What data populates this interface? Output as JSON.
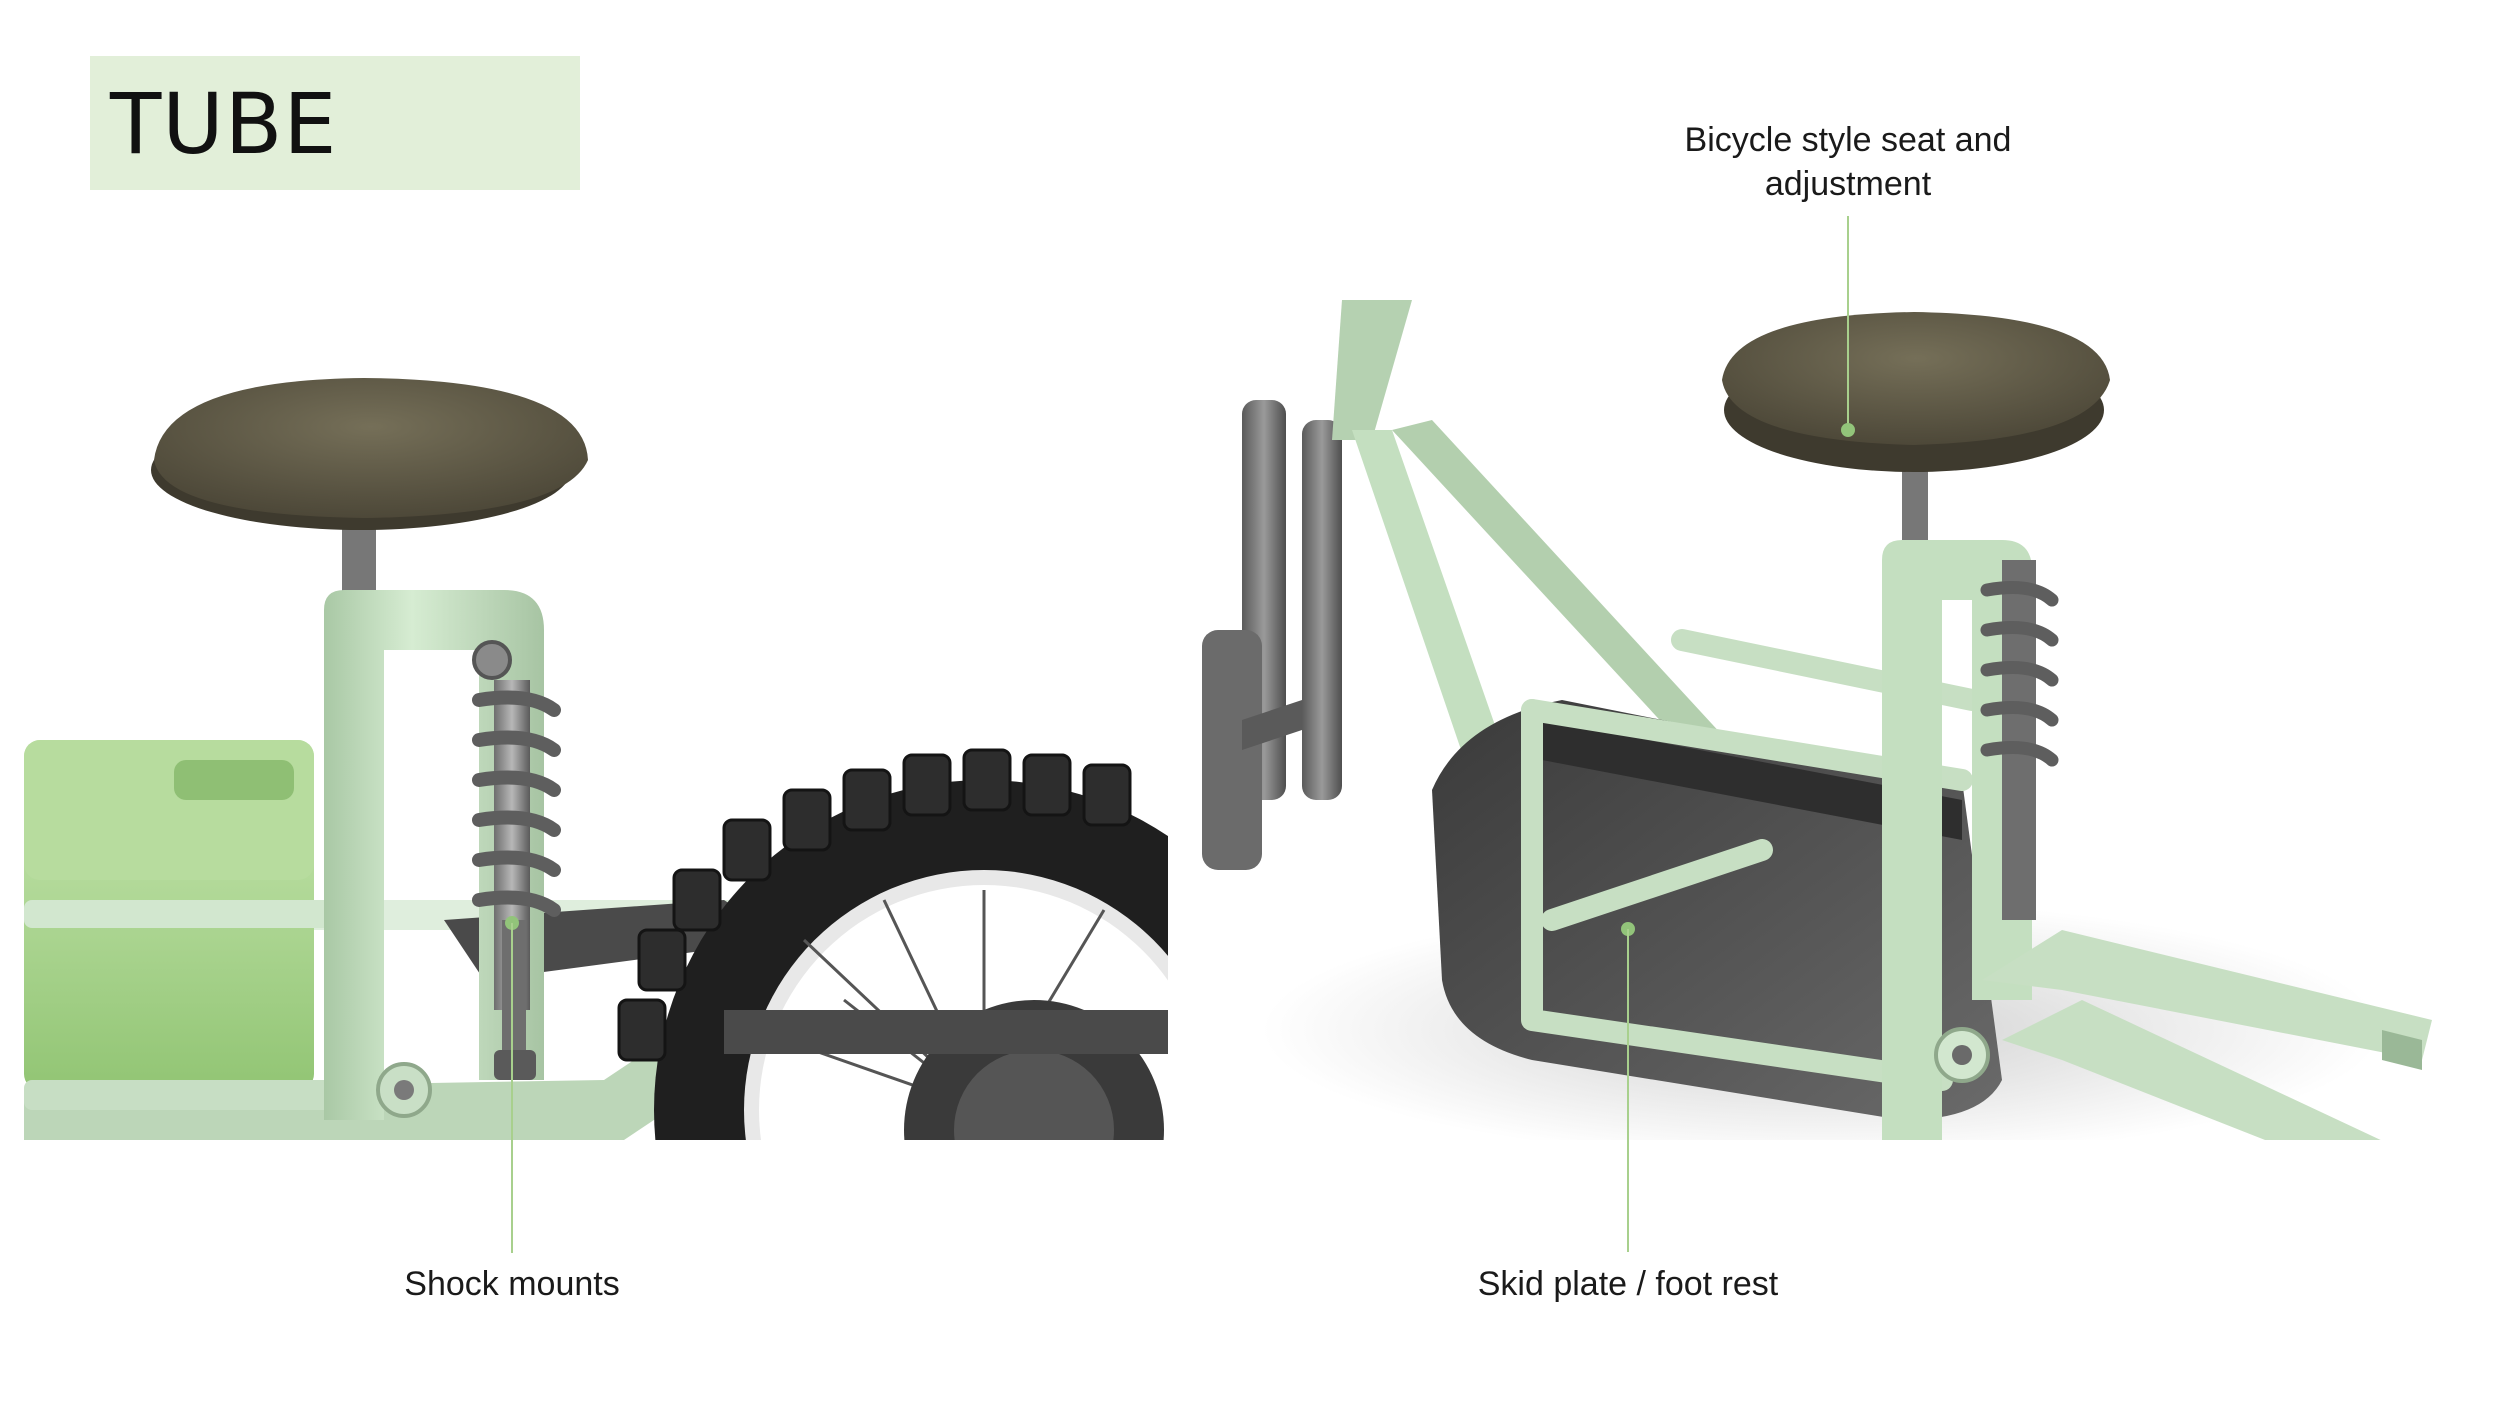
{
  "title": "TUBE",
  "callouts": {
    "shock_mounts": "Shock mounts",
    "skid_plate": "Skid plate / foot rest",
    "seat_line1": "Bicycle style seat and",
    "seat_line2": "adjustment"
  },
  "colors": {
    "title_bg": "#e2efd9",
    "frame_green": "#c4dfc0",
    "battery_green": "#a9d48c",
    "seat_brown": "#5c5644",
    "callout_line": "#a8d08d",
    "tire_dark": "#1e1e1e"
  }
}
